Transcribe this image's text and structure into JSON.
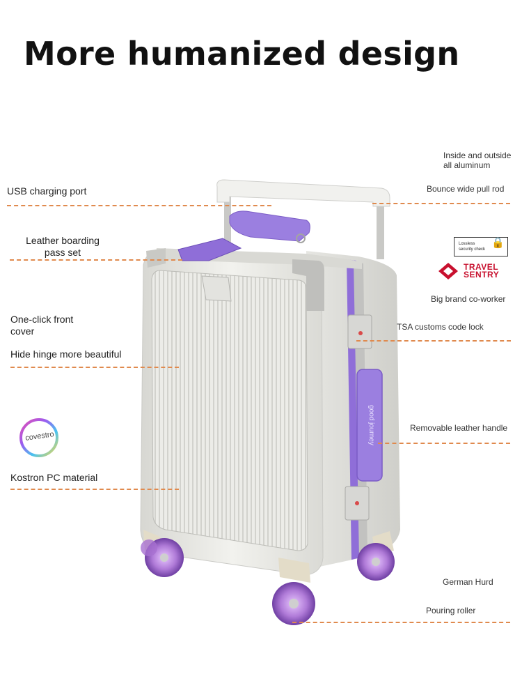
{
  "title": "More humanized design",
  "labels": {
    "usb_charging_port": "USB charging port",
    "leather_boarding_pass_set_line1": "Leather boarding",
    "leather_boarding_pass_set_line2": "pass set",
    "one_click_front_cover_line1": "One-click front",
    "one_click_front_cover_line2": "cover",
    "hide_hinge": "Hide hinge more beautiful",
    "kostron_pc": "Kostron PC material",
    "aluminum_line1": "Inside and outside",
    "aluminum_line2": "all aluminum",
    "pull_rod": "Bounce wide pull rod",
    "big_brand": "Big brand co-worker",
    "tsa_lock": "TSA customs code lock",
    "leather_handle": "Removable leather handle",
    "german_hurd": "German Hurd",
    "pouring_roller": "Pouring roller"
  },
  "badges": {
    "lossless_line1": "Lossless",
    "lossless_line2": "security check",
    "travel_sentry_line1": "TRAVEL",
    "travel_sentry_line2": "SENTRY",
    "covestro": "covestro"
  },
  "product": {
    "handle_print": "good journey"
  },
  "colors": {
    "accent_dash": "#e08a4e",
    "shell": "#e9e9e4",
    "frame": "#c4c4c2",
    "purple_trim": "#8f6ed8",
    "wheel": "#b07bd8",
    "travel_sentry_red": "#c8102e"
  }
}
